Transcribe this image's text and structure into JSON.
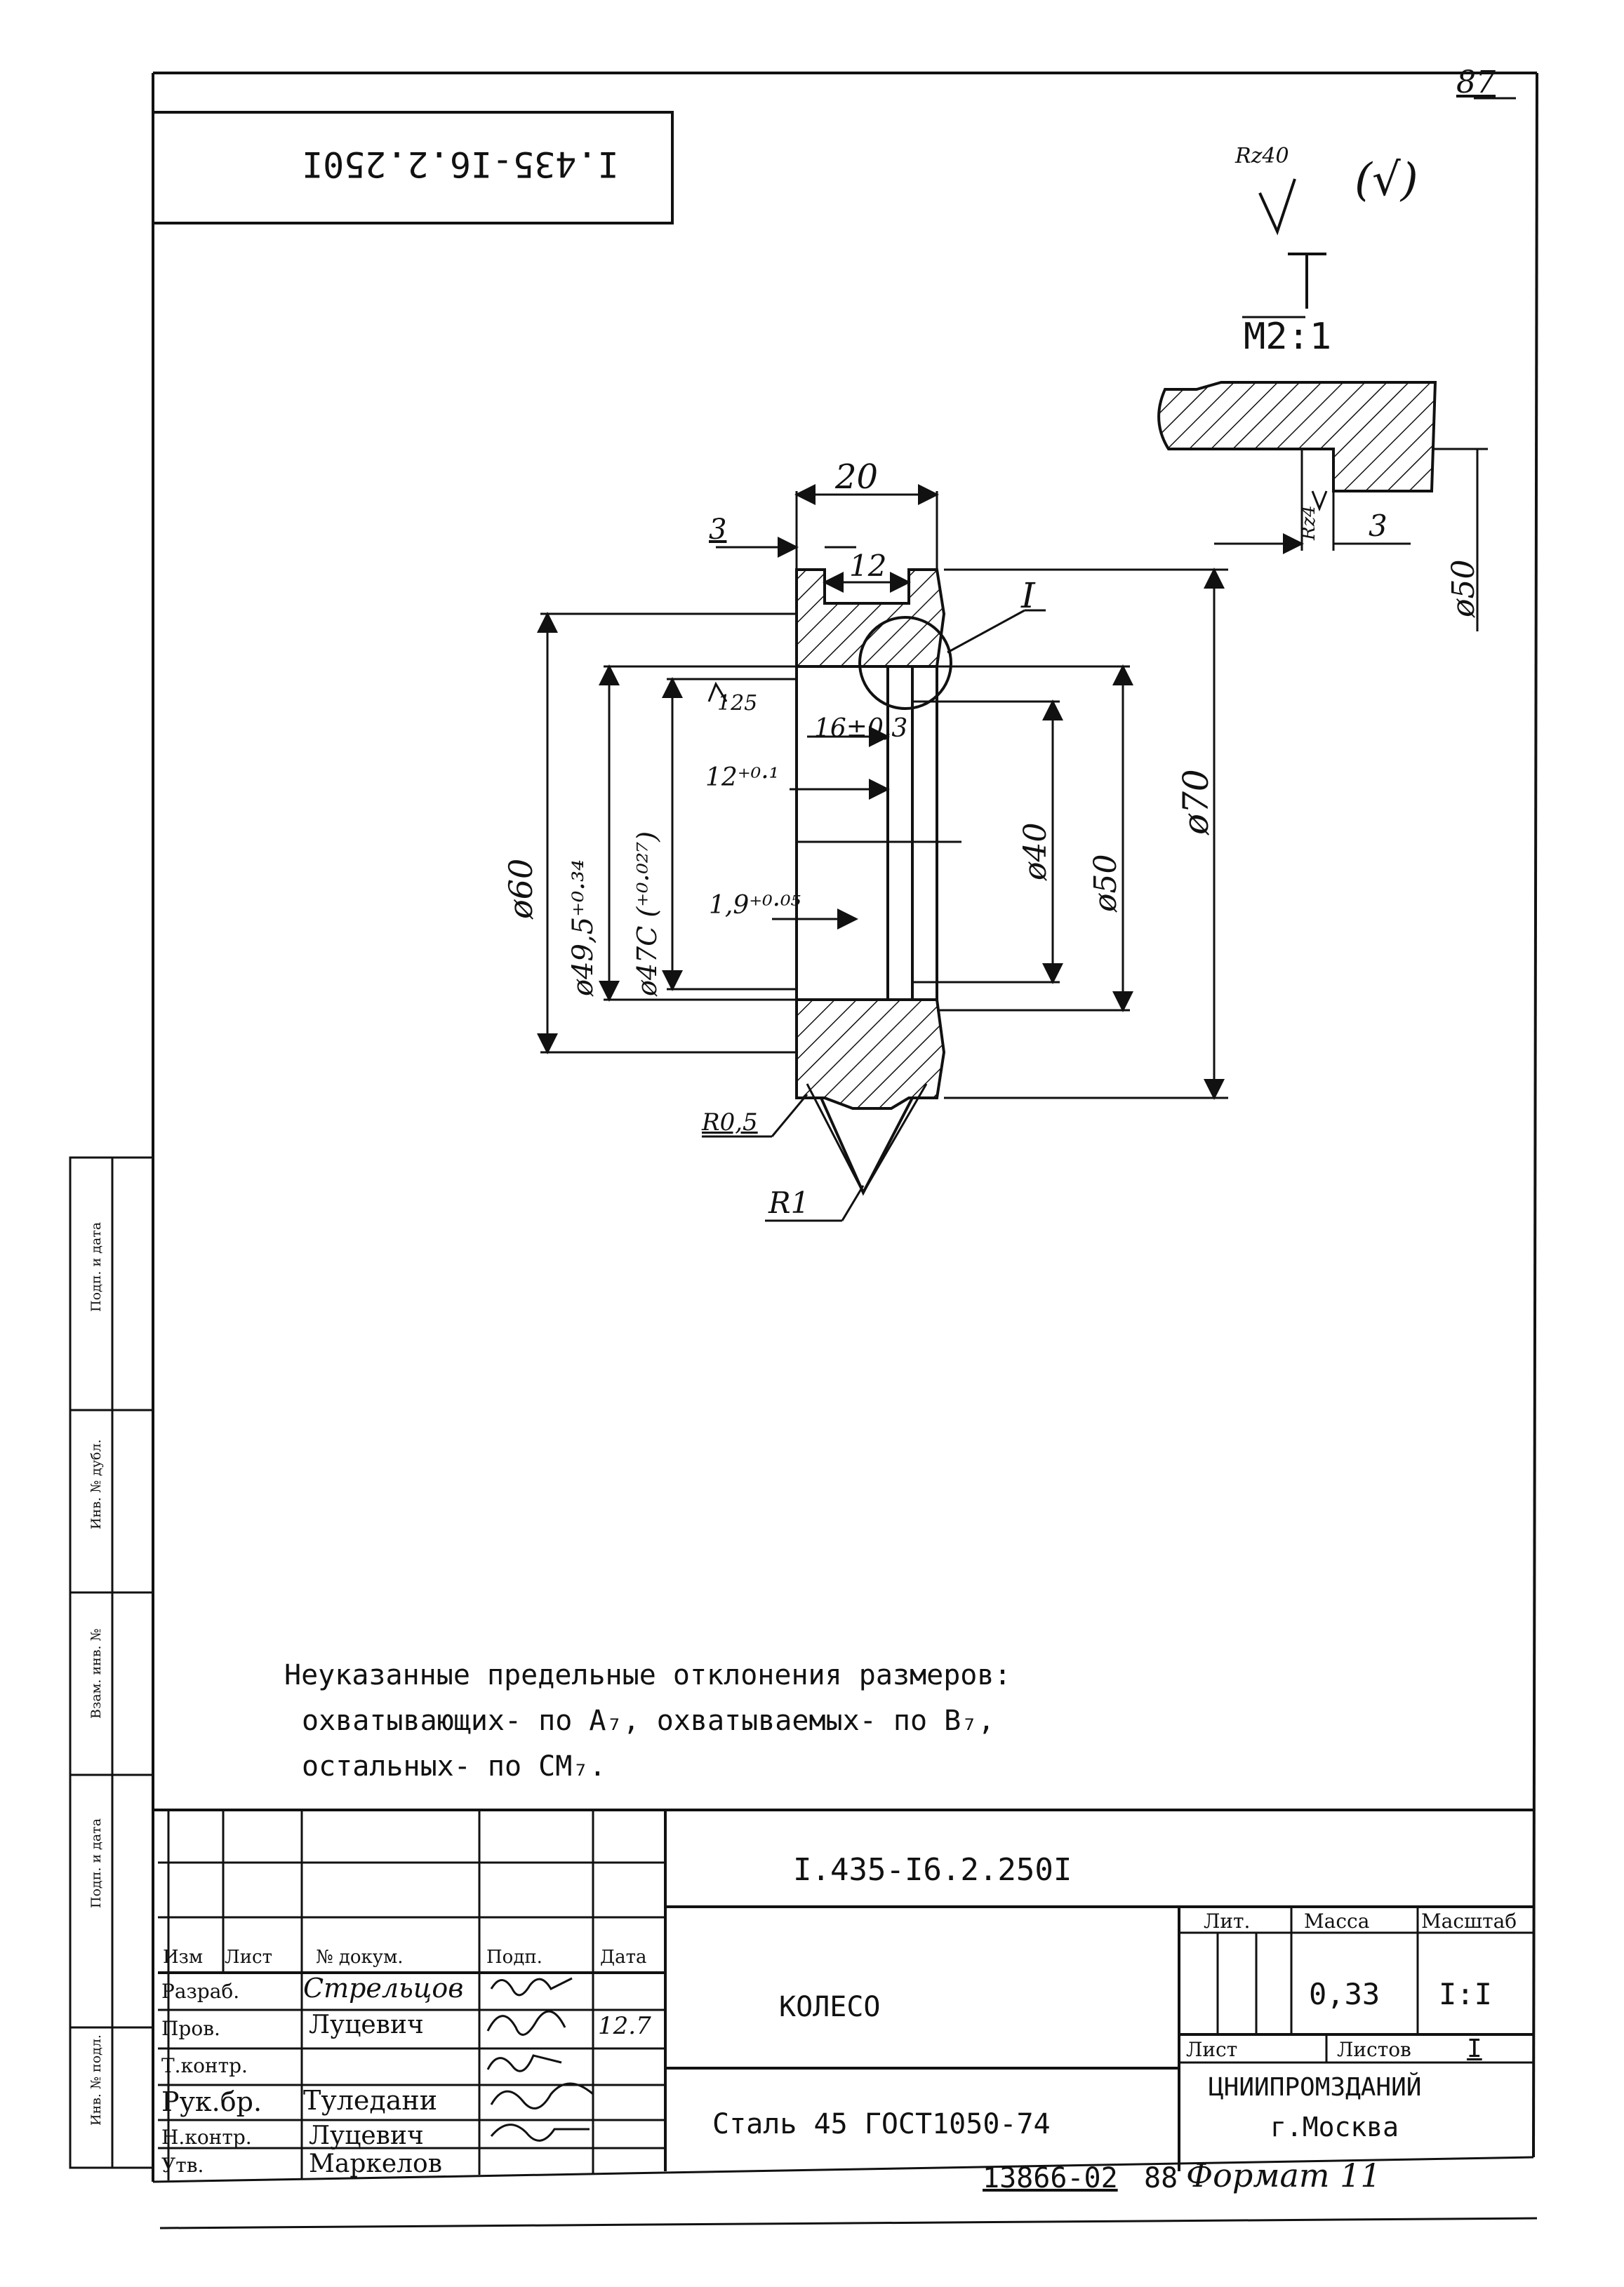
{
  "sheet": {
    "page_number": "87",
    "designation_mirrored": "I.435-I6.2.250I",
    "roughness_symbol": "Rz40",
    "roughness_bracket": "(√)",
    "detail_view_label": "I",
    "detail_view_scale": "M2:1"
  },
  "dimensions": {
    "width_20": "20",
    "dim_3": "3",
    "dim_12": "12",
    "leader_I": "I",
    "rough_125": "125",
    "dim_16": "16±0,3",
    "dim_12_tol": "12⁺⁰·¹",
    "dim_1_9": "1,9⁺⁰·⁰⁵",
    "dia_60": "ø60",
    "dia_49_5": "ø49,5⁺⁰·³⁴",
    "dia_47c": "ø47C (⁺⁰·⁰²⁷)",
    "dia_40": "ø40",
    "dia_50_inner": "ø50",
    "dia_70": "ø70",
    "radius_r05": "R0,5",
    "radius_r1": "R1",
    "detail_rz": "Rz4",
    "detail_3": "3",
    "detail_dia_50": "ø50"
  },
  "notes": [
    "Неуказанные предельные отклонения размеров:",
    "охватывающих- по A₇, охватываемых- по B₇,",
    "остальных- по CM₇."
  ],
  "side_stamp": {
    "fields": [
      "Подп. и дата",
      "Инв. № дубл.",
      "Взам. инв. №",
      "Подп. и дата",
      "Инв. № подл."
    ]
  },
  "title_block": {
    "designation": "I.435-I6.2.250I",
    "part_name": "КОЛЕСО",
    "material": "Сталь 45 ГОСТ1050-74",
    "organization": "ЦНИИПРОМЗДАНИЙ",
    "city": "г.Москва",
    "headers": {
      "izm": "Изм",
      "list": "Лист",
      "doc": "№ докум.",
      "podp": "Подп.",
      "date": "Дата",
      "lit": "Лит.",
      "mass": "Масса",
      "scale": "Масштаб",
      "sheet": "Лист",
      "sheets": "Листов"
    },
    "mass_value": "0,33",
    "scale_value": "I:I",
    "sheets_value": "I",
    "roles": [
      {
        "role": "Разраб.",
        "name": "Стрельцов"
      },
      {
        "role": "Пров.",
        "name": "Луцевич"
      },
      {
        "role": "Т.контр.",
        "name": ""
      },
      {
        "role": "Рук.бр.",
        "name": "Туледани"
      },
      {
        "role": "Н.контр.",
        "name": "Луцевич"
      },
      {
        "role": "Утв.",
        "name": "Маркелов"
      }
    ],
    "sign_date": "12.7"
  },
  "bottom": {
    "archive_number": "13866-02",
    "sheet_index": "88",
    "format_label": "Формат 11"
  }
}
